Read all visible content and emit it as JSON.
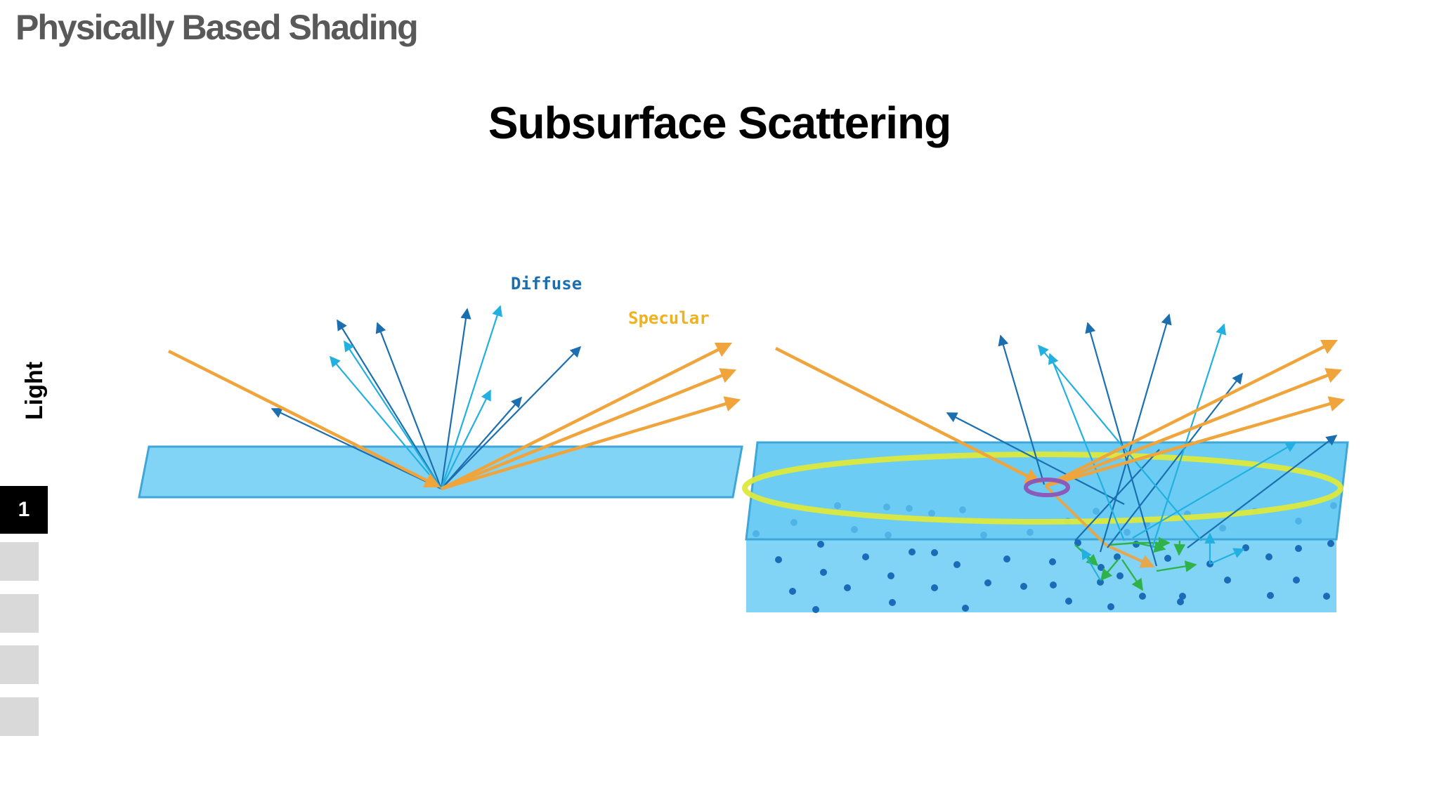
{
  "deck": {
    "title": "Physically Based Shading"
  },
  "slide": {
    "title": "Subsurface Scattering"
  },
  "nav": {
    "section_label": "Light",
    "steps": [
      {
        "label": "1",
        "active": true
      },
      {
        "label": "",
        "active": false
      },
      {
        "label": "",
        "active": false
      },
      {
        "label": "",
        "active": false
      },
      {
        "label": "",
        "active": false
      }
    ]
  },
  "diagram": {
    "diffuse_label": "Diffuse",
    "specular_label": "Specular",
    "colors": {
      "diffuse_dark": "#1b6fb0",
      "diffuse_light": "#22b0e0",
      "specular": "#f0a43c",
      "specular_label": "#efb21f",
      "surface": "#82d4f6",
      "surface_edge": "#3fa6d8",
      "scatter_ring": "#dce83c",
      "entry_ring": "#8c5ab8",
      "internal_path": "#2fb24a",
      "particle": "#1a6bb8"
    }
  }
}
